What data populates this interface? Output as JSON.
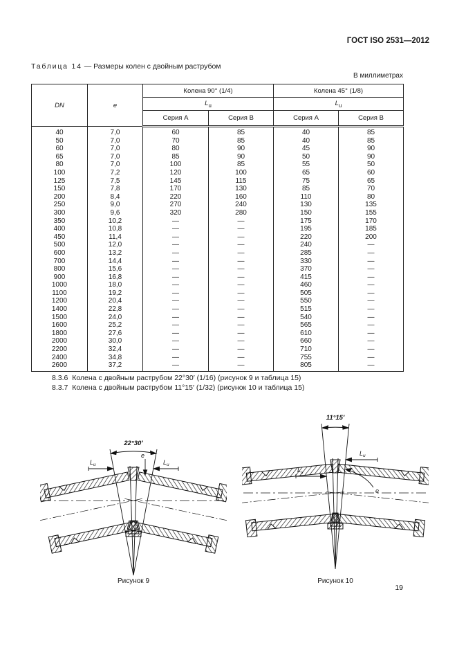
{
  "page": {
    "standard": "ГОСТ ISO 2531—2012",
    "number": "19"
  },
  "table": {
    "caption_label": "Таблица 14",
    "caption_rest": "— Размеры колен с двойным раструбом",
    "units_note": "В миллиметрах",
    "col_dn": "DN",
    "col_e": "e",
    "group_90": "Колена 90° (1/4)",
    "group_45": "Колена 45° (1/8)",
    "lu": "L",
    "lu_sub": "u",
    "series_a": "Серия A",
    "series_b": "Серия B",
    "rows": [
      [
        "40",
        "7,0",
        "60",
        "85",
        "40",
        "85"
      ],
      [
        "50",
        "7,0",
        "70",
        "85",
        "40",
        "85"
      ],
      [
        "60",
        "7,0",
        "80",
        "90",
        "45",
        "90"
      ],
      [
        "65",
        "7,0",
        "85",
        "90",
        "50",
        "90"
      ],
      [
        "80",
        "7,0",
        "100",
        "85",
        "55",
        "50"
      ],
      [
        "100",
        "7,2",
        "120",
        "100",
        "65",
        "60"
      ],
      [
        "125",
        "7,5",
        "145",
        "115",
        "75",
        "65"
      ],
      [
        "150",
        "7,8",
        "170",
        "130",
        "85",
        "70"
      ],
      [
        "200",
        "8,4",
        "220",
        "160",
        "110",
        "80"
      ],
      [
        "250",
        "9,0",
        "270",
        "240",
        "130",
        "135"
      ],
      [
        "300",
        "9,6",
        "320",
        "280",
        "150",
        "155"
      ],
      [
        "350",
        "10,2",
        "—",
        "—",
        "175",
        "170"
      ],
      [
        "400",
        "10,8",
        "—",
        "—",
        "195",
        "185"
      ],
      [
        "450",
        "11,4",
        "—",
        "—",
        "220",
        "200"
      ],
      [
        "500",
        "12,0",
        "—",
        "—",
        "240",
        "—"
      ],
      [
        "600",
        "13,2",
        "—",
        "—",
        "285",
        "—"
      ],
      [
        "700",
        "14,4",
        "—",
        "—",
        "330",
        "—"
      ],
      [
        "800",
        "15,6",
        "—",
        "—",
        "370",
        "—"
      ],
      [
        "900",
        "16,8",
        "—",
        "—",
        "415",
        "—"
      ],
      [
        "1000",
        "18,0",
        "—",
        "—",
        "460",
        "—"
      ],
      [
        "1100",
        "19,2",
        "—",
        "—",
        "505",
        "—"
      ],
      [
        "1200",
        "20,4",
        "—",
        "—",
        "550",
        "—"
      ],
      [
        "1400",
        "22,8",
        "—",
        "—",
        "515",
        "—"
      ],
      [
        "1500",
        "24,0",
        "—",
        "—",
        "540",
        "—"
      ],
      [
        "1600",
        "25,2",
        "—",
        "—",
        "565",
        "—"
      ],
      [
        "1800",
        "27,6",
        "—",
        "—",
        "610",
        "—"
      ],
      [
        "2000",
        "30,0",
        "—",
        "—",
        "660",
        "—"
      ],
      [
        "2200",
        "32,4",
        "—",
        "—",
        "710",
        "—"
      ],
      [
        "2400",
        "34,8",
        "—",
        "—",
        "755",
        "—"
      ],
      [
        "2600",
        "37,2",
        "—",
        "—",
        "805",
        "—"
      ]
    ]
  },
  "notes": [
    {
      "num": "8.3.6",
      "text": "Колена с двойным раструбом 22°30′ (1/16) (рисунок 9 и таблица 15)"
    },
    {
      "num": "8.3.7",
      "text": "Колена с двойным раструбом 11°15′ (1/32) (рисунок 10 и таблица 15)"
    }
  ],
  "figures": [
    {
      "angle": "22°30′",
      "lu": "L",
      "lu_sub": "u",
      "e": "e",
      "caption": "Рисунок 9"
    },
    {
      "angle": "11°15′",
      "lu": "L",
      "lu_sub": "u",
      "e": "e",
      "caption": "Рисунок 10"
    }
  ]
}
